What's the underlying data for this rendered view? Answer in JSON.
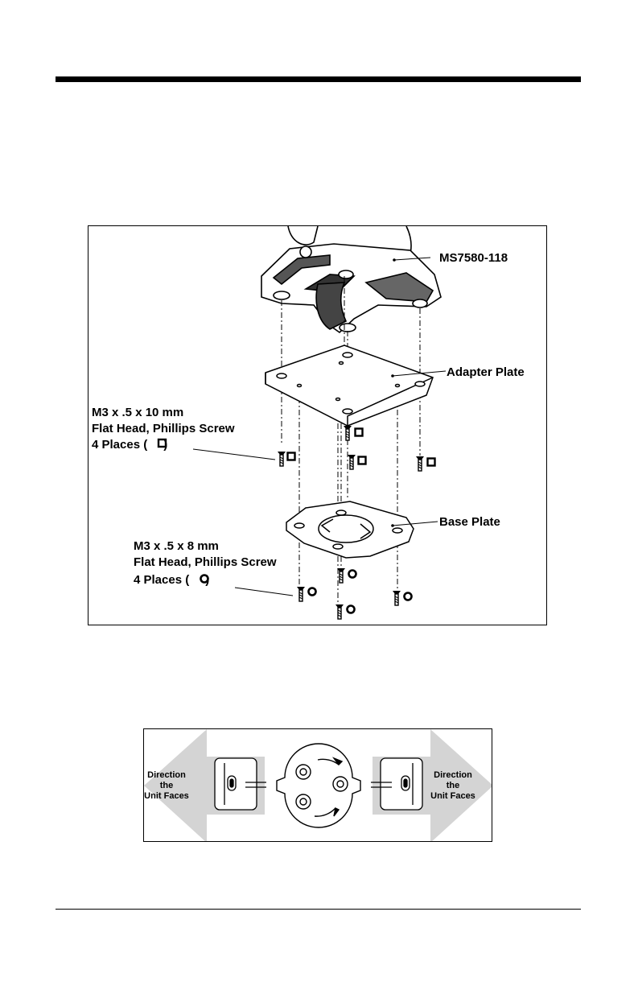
{
  "figure1": {
    "part_label": "MS7580-118",
    "adapter_label": "Adapter Plate",
    "base_label": "Base Plate",
    "screw10": {
      "line1": "M3 x .5 x 10 mm",
      "line2": "Flat Head, Phillips Screw",
      "line3_prefix": "4 Places (",
      "line3_suffix": ")"
    },
    "screw8": {
      "line1": "M3 x .5 x 8 mm",
      "line2": "Flat Head, Phillips Screw",
      "line3_prefix": "4 Places (",
      "line3_suffix": ")"
    }
  },
  "figure2": {
    "left_arrow": [
      "Direction",
      "the",
      "Unit Faces"
    ],
    "right_arrow": [
      "Direction",
      "the",
      "Unit Faces"
    ]
  }
}
